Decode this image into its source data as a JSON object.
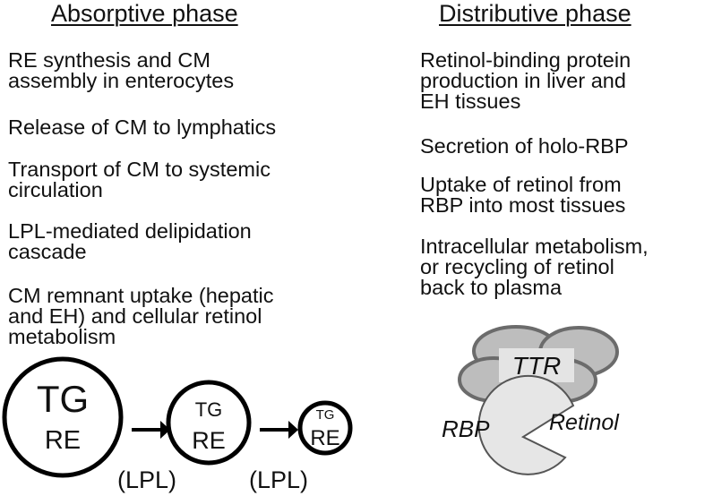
{
  "absorptive": {
    "heading": "Absorptive phase",
    "items": [
      "RE synthesis and CM\nassembly in enterocytes",
      "Release of CM to lymphatics",
      "Transport of CM to systemic\ncirculation",
      "LPL-mediated delipidation\ncascade",
      "CM remnant uptake (hepatic\nand EH) and cellular retinol\nmetabolism"
    ],
    "particles": [
      {
        "tg": "TG",
        "re": "RE"
      },
      {
        "tg": "TG",
        "re": "RE"
      },
      {
        "tg": "TG",
        "re": "RE"
      }
    ],
    "lpl_labels": [
      "(LPL)",
      "(LPL)"
    ]
  },
  "distributive": {
    "heading": "Distributive phase",
    "items": [
      "Retinol-binding protein\nproduction in liver and\nEH tissues",
      "Secretion of holo-RBP",
      "Uptake of retinol from\nRBP into most tissues",
      "Intracellular metabolism,\nor recycling of retinol\nback to plasma"
    ],
    "complex": {
      "ttr": "TTR",
      "rbp": "RBP",
      "retinol": "Retinol"
    }
  }
}
